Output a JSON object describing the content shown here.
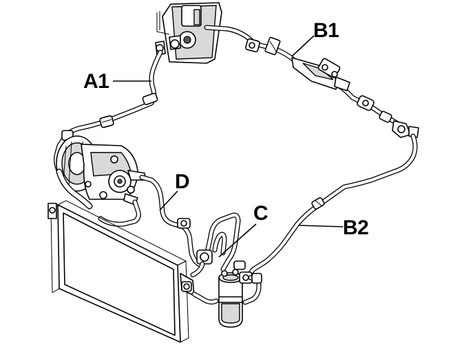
{
  "callouts": {
    "a1": "A1",
    "b1": "B1",
    "b2": "B2",
    "c": "C",
    "d": "D"
  },
  "colors": {
    "line": "#000000",
    "background": "#ffffff",
    "shade": "#d9d9d9"
  }
}
